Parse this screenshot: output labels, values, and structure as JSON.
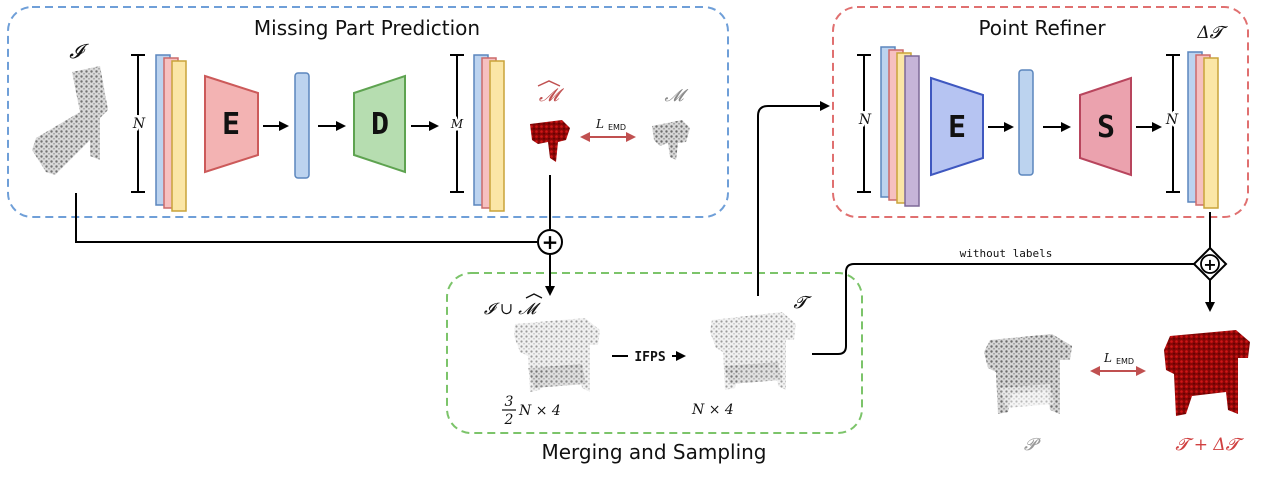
{
  "sections": {
    "missing_part_prediction": "Missing Part Prediction",
    "point_refiner": "Point Refiner",
    "merging_and_sampling": "Merging and Sampling"
  },
  "symbols": {
    "input": "𝓘",
    "predicted_missing": "𝓜",
    "gt_missing": "𝓜",
    "n": "N",
    "m": "M",
    "loss_emd_main": "EMD",
    "loss_emd_final": "EMD",
    "loss_l": "L",
    "delta_t": "Δ𝓣",
    "t": "𝓣",
    "union_label": "𝓘 ∪ 𝓜",
    "merged_size_num": "3",
    "merged_size_den": "2",
    "merged_size_rest": "N × 4",
    "sampled_size": "N × 4",
    "p": "𝓟",
    "t_plus_delta": "𝓣 + Δ𝓣",
    "plus": "+"
  },
  "modules": {
    "encoder_1": "E",
    "decoder": "D",
    "encoder_2": "E",
    "s_module": "S"
  },
  "labels": {
    "ifps": "IFPS",
    "without_labels": "without labels"
  },
  "colors": {
    "mpp_border": "#6f9fd8",
    "refiner_border": "#e07070",
    "merge_border": "#7cc46a",
    "encoder_fill": "#f3b3b3",
    "encoder_stroke": "#cc5a5a",
    "decoder_fill": "#b6ddb0",
    "decoder_stroke": "#5ea350",
    "encoder2_fill": "#b6c4f2",
    "encoder2_stroke": "#3f58c0",
    "s_fill": "#eba2ae",
    "s_stroke": "#b8455d",
    "pred_red": "#b01010",
    "gray_cloud": "#8a8a8a"
  }
}
